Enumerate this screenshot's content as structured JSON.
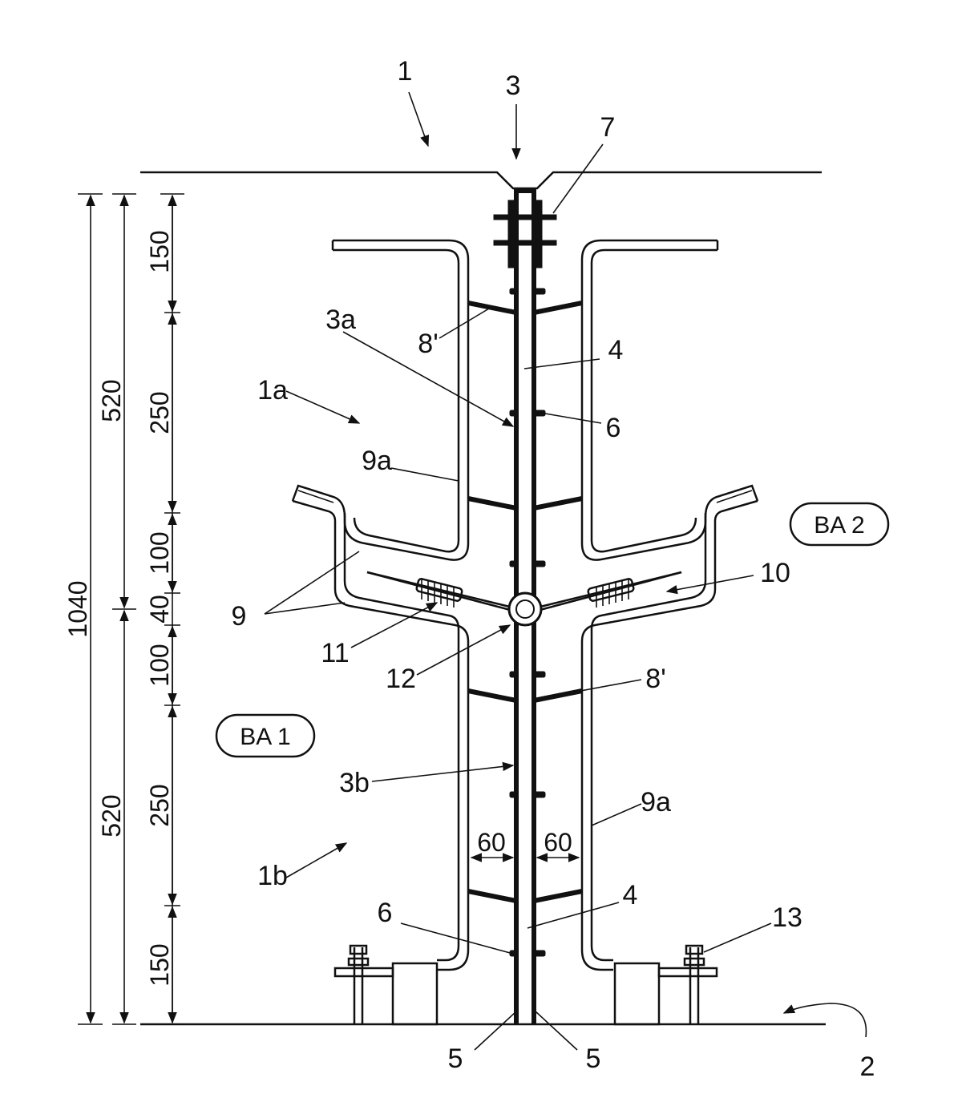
{
  "reference_numerals": {
    "n1": "1",
    "n3": "3",
    "n7": "7",
    "n3a": "3a",
    "n8p_top": "8'",
    "n4_top": "4",
    "n1a": "1a",
    "n6_top": "6",
    "n9a_top": "9a",
    "n9": "9",
    "n10": "10",
    "n11": "11",
    "n12": "12",
    "n8p_bottom": "8'",
    "n3b": "3b",
    "n9a_bottom": "9a",
    "n1b": "1b",
    "n4_bottom": "4",
    "n6_bottom": "6",
    "n13": "13",
    "n5_left": "5",
    "n5_right": "5",
    "n2": "2"
  },
  "zones": {
    "ba2": "BA 2",
    "ba1": "BA 1"
  },
  "dimensions": {
    "total": "1040",
    "upper_half": "520",
    "lower_half": "520",
    "seg_150_top": "150",
    "seg_250_top": "250",
    "seg_100_top": "100",
    "seg_40": "40",
    "seg_100_bottom": "100",
    "seg_250_bottom": "250",
    "seg_150_bottom": "150",
    "gap_left": "60",
    "gap_right": "60"
  }
}
